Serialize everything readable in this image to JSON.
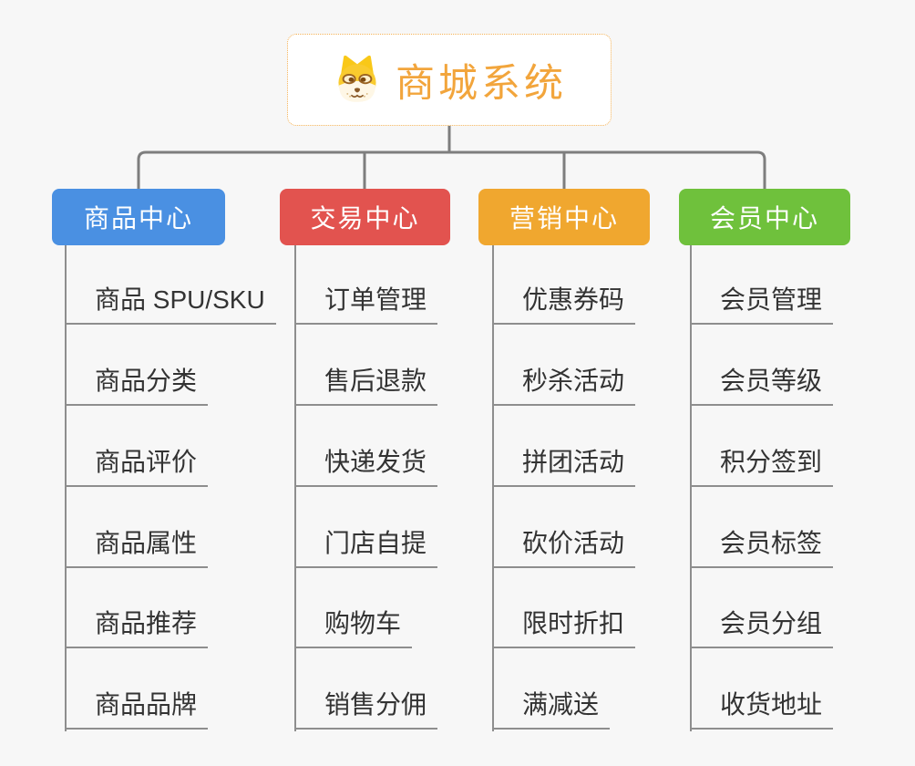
{
  "root": {
    "title": "商城系统",
    "icon": "dog-face",
    "title_color": "#F2A53C",
    "border_color": "#F4B155"
  },
  "branches": [
    {
      "label": "商品中心",
      "color": "#4A90E2",
      "items": [
        "商品 SPU/SKU",
        "商品分类",
        "商品评价",
        "商品属性",
        "商品推荐",
        "商品品牌"
      ]
    },
    {
      "label": "交易中心",
      "color": "#E2534F",
      "items": [
        "订单管理",
        "售后退款",
        "快递发货",
        "门店自提",
        "购物车",
        "销售分佣"
      ]
    },
    {
      "label": "营销中心",
      "color": "#F0A72F",
      "items": [
        "优惠券码",
        "秒杀活动",
        "拼团活动",
        "砍价活动",
        "限时折扣",
        "满减送"
      ]
    },
    {
      "label": "会员中心",
      "color": "#6FC13C",
      "items": [
        "会员管理",
        "会员等级",
        "积分签到",
        "会员标签",
        "会员分组",
        "收货地址"
      ]
    }
  ],
  "colors": {
    "background": "#F7F7F7",
    "connector": "#7E7E7E",
    "thin_line": "#8E8E8E",
    "leaf_text": "#333333"
  }
}
